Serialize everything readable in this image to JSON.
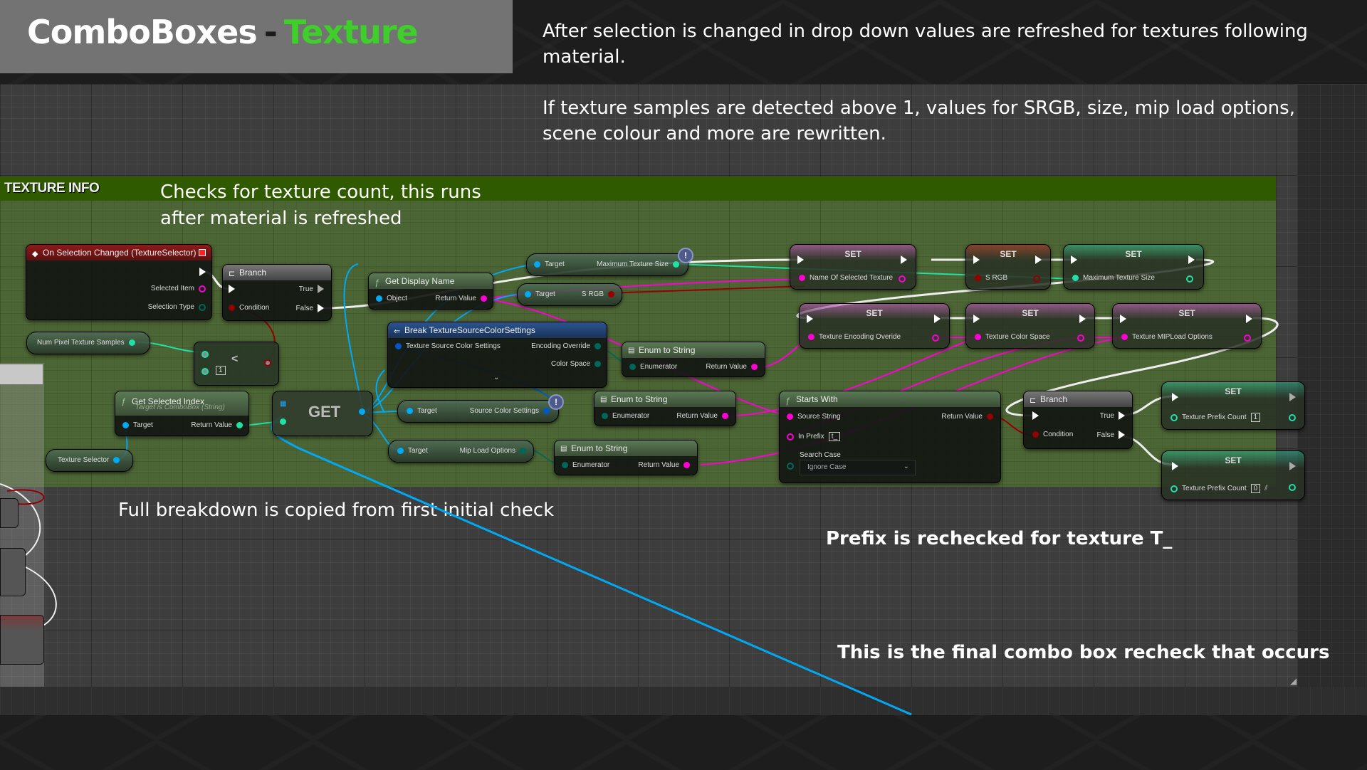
{
  "header": {
    "title_main": "ComboBoxes",
    "title_separator": "-",
    "title_accent": "Texture",
    "accent_color": "#3fcf2a"
  },
  "notes": {
    "top_1": "After selection is changed in drop down values are refreshed for textures following material.",
    "top_2": "If texture samples are detected above 1, values for SRGB, size, mip load options, scene colour and more are rewritten.",
    "mid": "Full breakdown is copied from first initial check",
    "prefix": "Prefix is rechecked for texture T_",
    "final": "This is the final combo box recheck that occurs"
  },
  "comment_box": {
    "title": "TEXTURE INFO",
    "description": "Checks for texture count, this runs after material is refreshed",
    "color": "#2f5a00"
  },
  "nodes": {
    "event": {
      "title": "On Selection Changed (TextureSelector)",
      "pin_selected_item": "Selected Item",
      "pin_selection_type": "Selection Type"
    },
    "branch1": {
      "title": "Branch",
      "pin_condition": "Condition",
      "pin_true": "True",
      "pin_false": "False"
    },
    "num_pixel": {
      "label": "Num Pixel Texture Samples"
    },
    "less_than": {
      "operator": "<",
      "literal": "1"
    },
    "get_selected_index": {
      "title": "Get Selected Index",
      "subtitle": "Target is ComboBox (String)",
      "pin_target": "Target",
      "pin_return": "Return Value"
    },
    "texture_selector": {
      "label": "Texture Selector"
    },
    "get_array": {
      "label": "GET"
    },
    "get_display_name": {
      "title": "Get Display Name",
      "pin_object": "Object",
      "pin_return": "Return Value"
    },
    "max_texture_size": {
      "pin_target": "Target",
      "pin_value": "Maximum Texture Size"
    },
    "srgb_getter": {
      "pin_target": "Target",
      "pin_value": "S RGB"
    },
    "break_settings": {
      "title": "Break TextureSourceColorSettings",
      "pin_in": "Texture Source Color Settings",
      "pin_encoding": "Encoding Override",
      "pin_color_space": "Color Space"
    },
    "source_color_getter": {
      "pin_target": "Target",
      "pin_value": "Source Color Settings"
    },
    "mip_getter": {
      "pin_target": "Target",
      "pin_value": "Mip Load Options"
    },
    "enum1": {
      "title": "Enum to String",
      "pin_enum": "Enumerator",
      "pin_return": "Return Value"
    },
    "enum2": {
      "title": "Enum to String",
      "pin_enum": "Enumerator",
      "pin_return": "Return Value"
    },
    "enum3": {
      "title": "Enum to String",
      "pin_enum": "Enumerator",
      "pin_return": "Return Value"
    },
    "starts_with": {
      "title": "Starts With",
      "pin_source": "Source String",
      "pin_prefix": "In Prefix",
      "prefix_value": "t_",
      "search_case_label": "Search Case",
      "search_case_value": "Ignore Case",
      "pin_return": "Return Value"
    },
    "branch2": {
      "title": "Branch",
      "pin_condition": "Condition",
      "pin_true": "True",
      "pin_false": "False"
    },
    "set_name": {
      "label": "SET",
      "pin": "Name Of Selected Texture"
    },
    "set_srgb": {
      "label": "SET",
      "pin": "S RGB"
    },
    "set_max_size": {
      "label": "SET",
      "pin": "Maximum Texture Size"
    },
    "set_encoding": {
      "label": "SET",
      "pin": "Texture Encoding Overide"
    },
    "set_color_space": {
      "label": "SET",
      "pin": "Texture Color Space"
    },
    "set_mip": {
      "label": "SET",
      "pin": "Texture MIPLoad Options"
    },
    "set_prefix_true": {
      "label": "SET",
      "pin": "Texture Prefix Count",
      "value": "1"
    },
    "set_prefix_false": {
      "label": "SET",
      "pin": "Texture Prefix Count",
      "value": "0"
    }
  },
  "pin_colors": {
    "exec": "#ffffff",
    "string": "#ff00d4",
    "bool": "#950000",
    "int": "#1fe0a5",
    "object": "#00a9f4",
    "struct": "#0058c6",
    "enum": "#00685a"
  }
}
